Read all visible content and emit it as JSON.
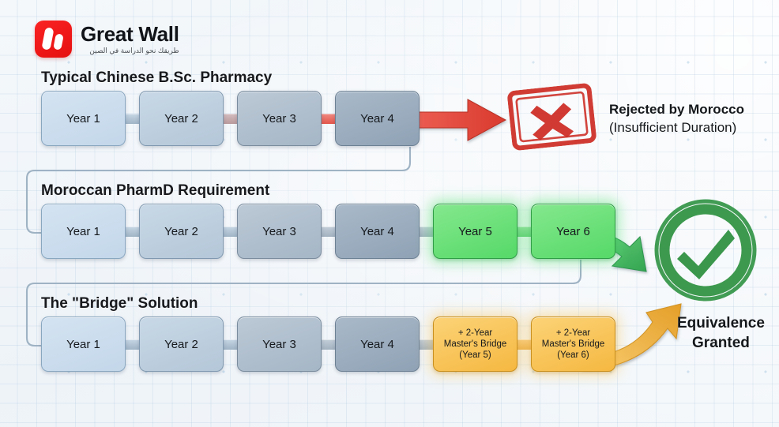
{
  "brand": {
    "title": "Great Wall",
    "tagline_ar": "طريقك نحو الدراسة في الصين",
    "mark_color": "#ee1111"
  },
  "rows": [
    {
      "id": "typical-chinese-bsc",
      "title": "Typical Chinese B.Sc. Pharmacy",
      "boxes": [
        {
          "label": "Year 1",
          "style": "blue-1"
        },
        {
          "label": "Year 2",
          "style": "blue-2"
        },
        {
          "label": "Year 3",
          "style": "blue-3"
        },
        {
          "label": "Year 4",
          "style": "blue-4"
        }
      ]
    },
    {
      "id": "moroccan-pharmd-requirement",
      "title": "Moroccan PharmD Requirement",
      "boxes": [
        {
          "label": "Year 1",
          "style": "blue-1"
        },
        {
          "label": "Year 2",
          "style": "blue-2"
        },
        {
          "label": "Year 3",
          "style": "blue-3"
        },
        {
          "label": "Year 4",
          "style": "blue-4"
        },
        {
          "label": "Year 5",
          "style": "green"
        },
        {
          "label": "Year 6",
          "style": "green"
        }
      ]
    },
    {
      "id": "bridge-solution",
      "title": "The \"Bridge\" Solution",
      "boxes": [
        {
          "label": "Year 1",
          "style": "blue-1"
        },
        {
          "label": "Year 2",
          "style": "blue-2"
        },
        {
          "label": "Year 3",
          "style": "blue-3"
        },
        {
          "label": "Year 4",
          "style": "blue-4"
        },
        {
          "style": "orange",
          "line1": "+ 2-Year",
          "line2": "Master's Bridge",
          "line3": "(Year 5)"
        },
        {
          "style": "orange",
          "line1": "+ 2-Year",
          "line2": "Master's Bridge",
          "line3": "(Year 6)"
        }
      ]
    }
  ],
  "outcomes": {
    "rejected": {
      "headline": "Rejected by Morocco",
      "detail": "(Insufficient Duration)",
      "stamp": "x-mark-stamp",
      "color": "#cc2b23"
    },
    "granted": {
      "line1": "Equivalence",
      "line2": "Granted",
      "stamp": "check-mark-stamp",
      "color": "#2e9141"
    }
  },
  "colors": {
    "background": "#f2f6fa",
    "grid": "#96b9d7",
    "red_arrow": "#e2453a",
    "green_arrow": "#4cb867",
    "orange_arrow": "#f0ae3c",
    "connector": "#8aa0b4"
  }
}
